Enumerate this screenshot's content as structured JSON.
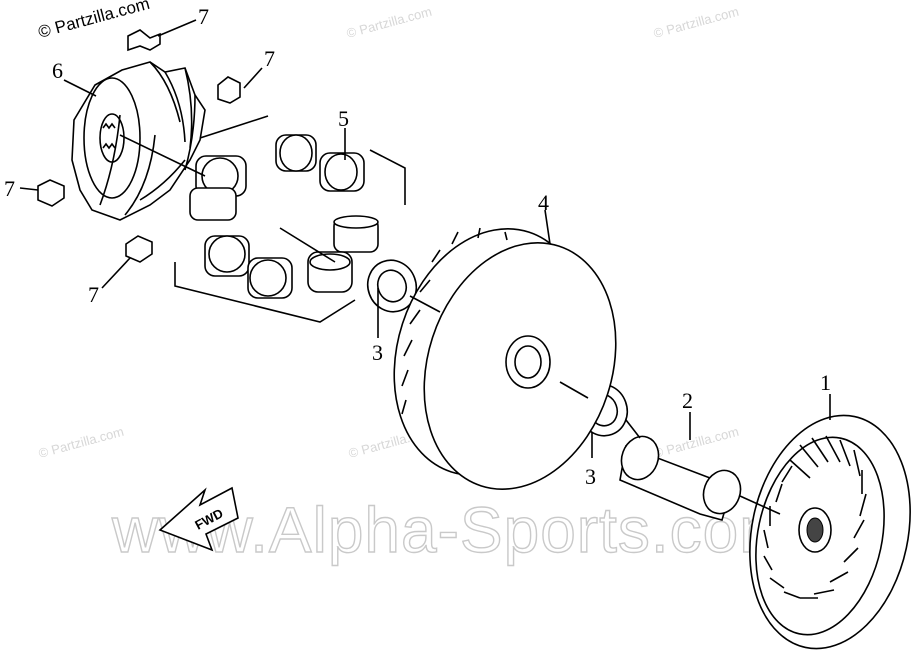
{
  "watermarks": {
    "copyright": "© Partzilla.com",
    "faint": "© Partzilla.com",
    "dealer": "www.Alpha-Sports.com"
  },
  "callouts": [
    "1",
    "2",
    "3",
    "3",
    "4",
    "5",
    "6",
    "7",
    "7",
    "7",
    "7"
  ],
  "fwd_label": "FWD",
  "parts": [
    {
      "ref": "1",
      "name": "fixed-drive-face"
    },
    {
      "ref": "2",
      "name": "drive-face-collar"
    },
    {
      "ref": "3",
      "name": "oil-seal"
    },
    {
      "ref": "4",
      "name": "movable-drive-face"
    },
    {
      "ref": "5",
      "name": "weight-roller"
    },
    {
      "ref": "6",
      "name": "ramp-plate"
    },
    {
      "ref": "7",
      "name": "slider-piece"
    }
  ]
}
